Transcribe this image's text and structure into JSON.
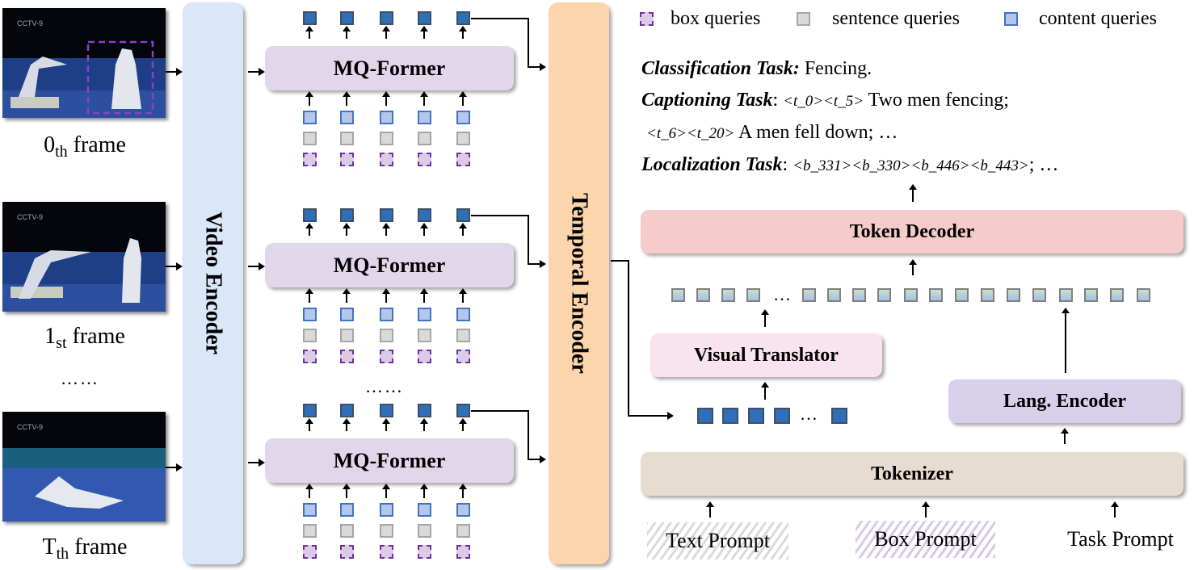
{
  "legend": {
    "box_queries": "box queries",
    "sentence_queries": "sentence queries",
    "content_queries": "content queries"
  },
  "frames": [
    {
      "index": "0",
      "suffix": "th",
      "word": "frame",
      "has_box": true
    },
    {
      "index": "1",
      "suffix": "st",
      "word": "frame",
      "has_box": false
    },
    {
      "index": "T",
      "suffix": "th",
      "word": "frame",
      "has_box": false
    }
  ],
  "frame_ellipsis": "……",
  "video_encoder": "Video Encoder",
  "mq_former": "MQ-Former",
  "mq_ellipsis": "……",
  "temporal_encoder": "Temporal Encoder",
  "tasks": {
    "classification_label": "Classification Task:",
    "classification_value": " Fencing.",
    "captioning_label": "Captioning Task",
    "captioning_line1": ": <t_0><t_5> Two men fencing;",
    "captioning_tags1": "<t_0><t_5>",
    "captioning_text1": " Two men fencing;",
    "captioning_tags2": "<t_6><t_20>",
    "captioning_text2": " A men fell down; …",
    "localization_label": "Localization Task",
    "localization_tags": "<b_331><b_330><b_446><b_443>",
    "localization_tail": "; …"
  },
  "token_decoder": "Token Decoder",
  "token_sequence_ellipsis": "…",
  "visual_translator": "Visual Translator",
  "visual_tokens_ellipsis": "…",
  "lang_encoder": "Lang. Encoder",
  "tokenizer": "Tokenizer",
  "prompts": {
    "text": "Text Prompt",
    "box": "Box Prompt",
    "task": "Task Prompt"
  },
  "colors": {
    "video_encoder": "#dae7f8",
    "temporal_encoder": "#fdd5ad",
    "mq_former": "#e2d6ea",
    "token_decoder": "#f6cccb",
    "visual_translator": "#f9e3ee",
    "lang_encoder": "#d8d0eb",
    "tokenizer": "#e6dccf",
    "box_query": "#7030a0",
    "content_query": "#4472c4",
    "output_token": "#2e6fb8"
  }
}
